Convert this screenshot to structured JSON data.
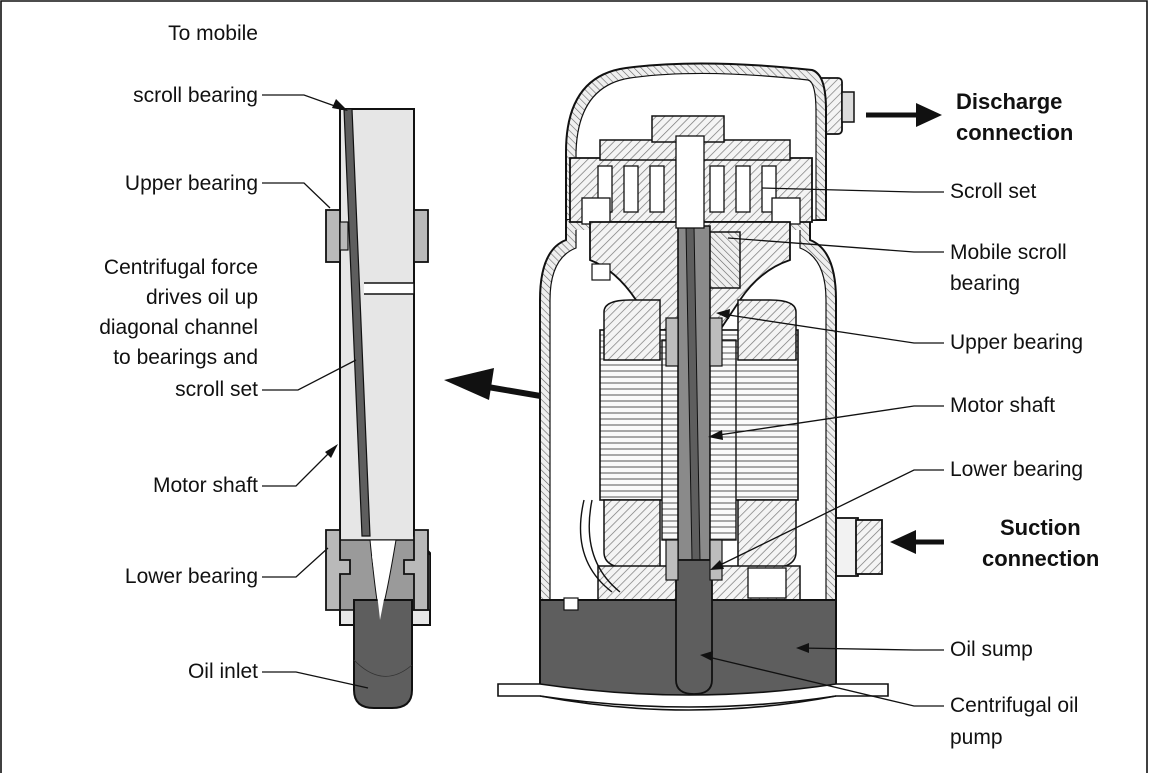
{
  "left_labels": {
    "to_mobile_scroll_bearing": [
      "To mobile",
      "scroll bearing"
    ],
    "upper_bearing": "Upper bearing",
    "centrifugal_force": [
      "Centrifugal force",
      "drives oil up",
      "diagonal channel",
      "to bearings and",
      "scroll set"
    ],
    "motor_shaft": "Motor shaft",
    "lower_bearing": "Lower bearing",
    "oil_inlet": "Oil inlet"
  },
  "right_labels": {
    "discharge_connection": [
      "Discharge",
      "connection"
    ],
    "scroll_set": "Scroll set",
    "mobile_scroll_bearing": [
      "Mobile scroll",
      "bearing"
    ],
    "upper_bearing": "Upper bearing",
    "motor_shaft": "Motor shaft",
    "lower_bearing": "Lower bearing",
    "suction_connection": [
      "Suction",
      "connection"
    ],
    "oil_sump": "Oil sump",
    "centrifugal_oil_pump": [
      "Centrifugal oil",
      "pump"
    ]
  },
  "colors": {
    "oil": "#5e5e5e",
    "shaft_light": "#e6e6e6",
    "bearing": "#b9b9b9",
    "hatch": "#888888",
    "ink": "#111111"
  }
}
